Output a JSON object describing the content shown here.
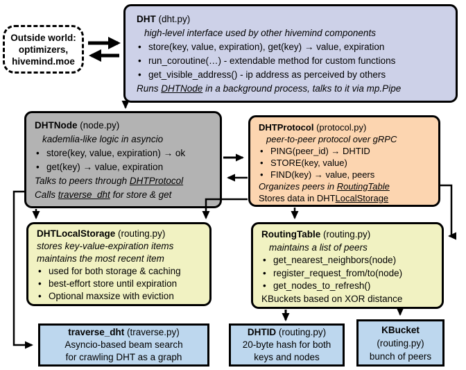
{
  "ui": {
    "bullet": "•"
  },
  "colors": {
    "dht_bg": "#cdd1e8",
    "node_bg": "#b3b3b3",
    "protocol_bg": "#fcd5b0",
    "storage_bg": "#f1f2c2",
    "leaf_bg": "#bdd7ee",
    "border": "#000000"
  },
  "outside_world": {
    "line1": "Outside world:",
    "line2": "optimizers,",
    "line3": "hivemind.moe"
  },
  "dht": {
    "title": "DHT",
    "file": " (dht.py)",
    "subtitle": "high-level interface used by other hivemind components",
    "bullets": [
      "store(key, value, expiration), get(key) → value, expiration",
      "run_coroutine(…) - extendable method for custom functions",
      "get_visible_address() - ip address as perceived by others"
    ],
    "footer": {
      "pre": "Runs ",
      "link": "DHTNode",
      "post": " in a background process, talks to it via mp.Pipe"
    }
  },
  "dht_node": {
    "title": "DHTNode",
    "file": " (node.py)",
    "subtitle": "kademlia-like logic in asyncio",
    "bullets": [
      "store(key, value, expiration) → ok",
      "get(key) → value, expiration"
    ],
    "talks": {
      "pre": "Talks to peers through ",
      "link": "DHTProtocol",
      "post": ""
    },
    "calls": {
      "pre": "Calls ",
      "link": "traverse_dht",
      "post": " for store & get"
    }
  },
  "dht_protocol": {
    "title": "DHTProtocol",
    "file": " (protocol.py)",
    "subtitle": "peer-to-peer protocol over gRPC",
    "bullets": [
      "PING(peer_id) → DHTID",
      "STORE(key, value)",
      "FIND(key) → value, peers"
    ],
    "organizes": {
      "pre": "Organizes peers in ",
      "link": "RoutingTable",
      "post": ""
    },
    "stores": {
      "pre": "Stores data in DHT",
      "link": "LocalStorage",
      "post": ""
    }
  },
  "dht_local_storage": {
    "title": "DHTLocalStorage",
    "file": " (routing.py)",
    "subtitle1": "stores key-value-expiration items",
    "subtitle2": "maintains the most recent item",
    "bullets": [
      "used for both storage & caching",
      "best-effort store until expiration",
      "Optional maxsize with eviction"
    ]
  },
  "routing_table": {
    "title": "RoutingTable",
    "file": " (routing.py)",
    "subtitle": "maintains a list of peers",
    "bullets": [
      "get_nearest_neighbors(node)",
      "register_request_from/to(node)",
      "get_nodes_to_refresh()"
    ],
    "footer": "KBuckets based on XOR distance"
  },
  "traverse_dht": {
    "title": "traverse_dht",
    "file": " (traverse.py)",
    "line1": "Asyncio-based beam search",
    "line2": "for crawling DHT as a graph"
  },
  "dhtid": {
    "title": "DHTID",
    "file": " (routing.py)",
    "line1": "20-byte hash for both",
    "line2": "keys and nodes"
  },
  "kbucket": {
    "title": "KBucket",
    "file": "(routing.py)",
    "line1": "bunch of peers"
  }
}
